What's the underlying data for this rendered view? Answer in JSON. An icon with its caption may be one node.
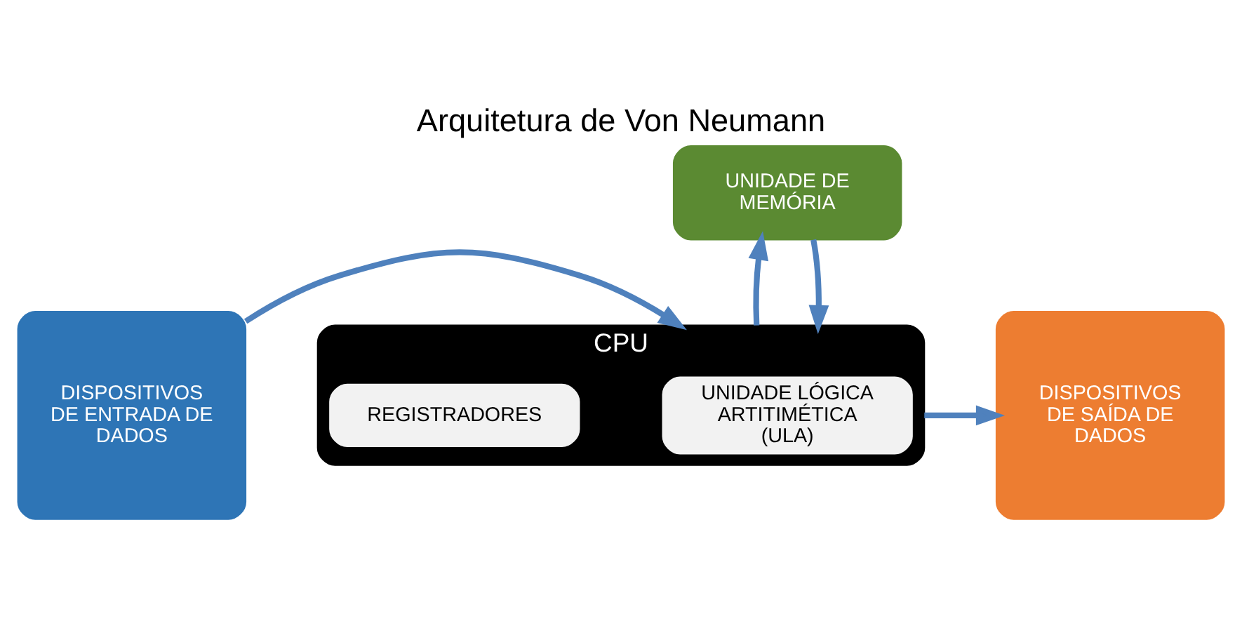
{
  "diagram": {
    "title": "Arquitetura de Von Neumann",
    "nodes": [
      {
        "text": [
          "UNIDADE DE MEMÓRIA"
        ]
      },
      {
        "text": [
          "DISPOSITIVOS DE ENTRADA DE DADOS"
        ]
      },
      {
        "text": [
          "CPU"
        ]
      },
      {
        "text": [
          "UNIDADE LÓGICA ARTITIMÉTICA (ULA)"
        ],
        "in": 2
      },
      {
        "text": [
          "REGISTRADORES"
        ],
        "in": 2
      },
      {
        "text": [
          "DISPOSITIVOS DE SAÍDA DE DADOS"
        ]
      }
    ],
    "edges": [
      {
        "from": 2,
        "to": 0,
        "arrow": "to"
      },
      {
        "from": 0,
        "to": 2,
        "arrow": "to"
      },
      {
        "from": 1,
        "to": 2,
        "arrow": "to"
      },
      {
        "from": 2,
        "to": 5,
        "arrow": "to"
      }
    ]
  }
}
